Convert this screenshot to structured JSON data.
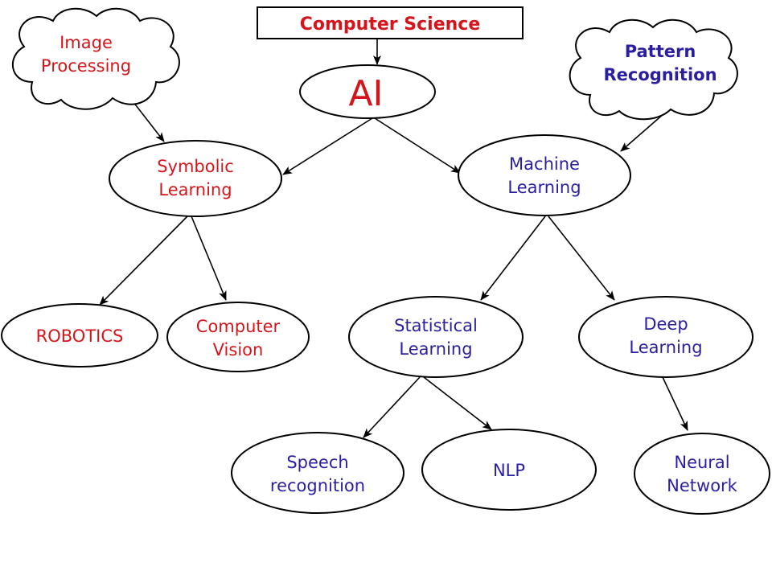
{
  "colors": {
    "red": "#d4161c",
    "blue": "#2a1fa0",
    "line": "#000000"
  },
  "nodes": {
    "computer_science": {
      "label": "Computer Science"
    },
    "ai": {
      "label": "AI"
    },
    "image_processing": {
      "line1": "Image",
      "line2": "Processing"
    },
    "pattern_recognition": {
      "line1": "Pattern",
      "line2": "Recognition"
    },
    "symbolic_learning": {
      "line1": "Symbolic",
      "line2": "Learning"
    },
    "machine_learning": {
      "line1": "Machine",
      "line2": "Learning"
    },
    "robotics": {
      "label": "ROBOTICS"
    },
    "computer_vision": {
      "line1": "Computer",
      "line2": "Vision"
    },
    "statistical_learning": {
      "line1": "Statistical",
      "line2": "Learning"
    },
    "deep_learning": {
      "line1": "Deep",
      "line2": "Learning"
    },
    "speech_recognition": {
      "line1": "Speech",
      "line2": "recognition"
    },
    "nlp": {
      "label": "NLP"
    },
    "neural_network": {
      "line1": "Neural",
      "line2": "Network"
    }
  }
}
